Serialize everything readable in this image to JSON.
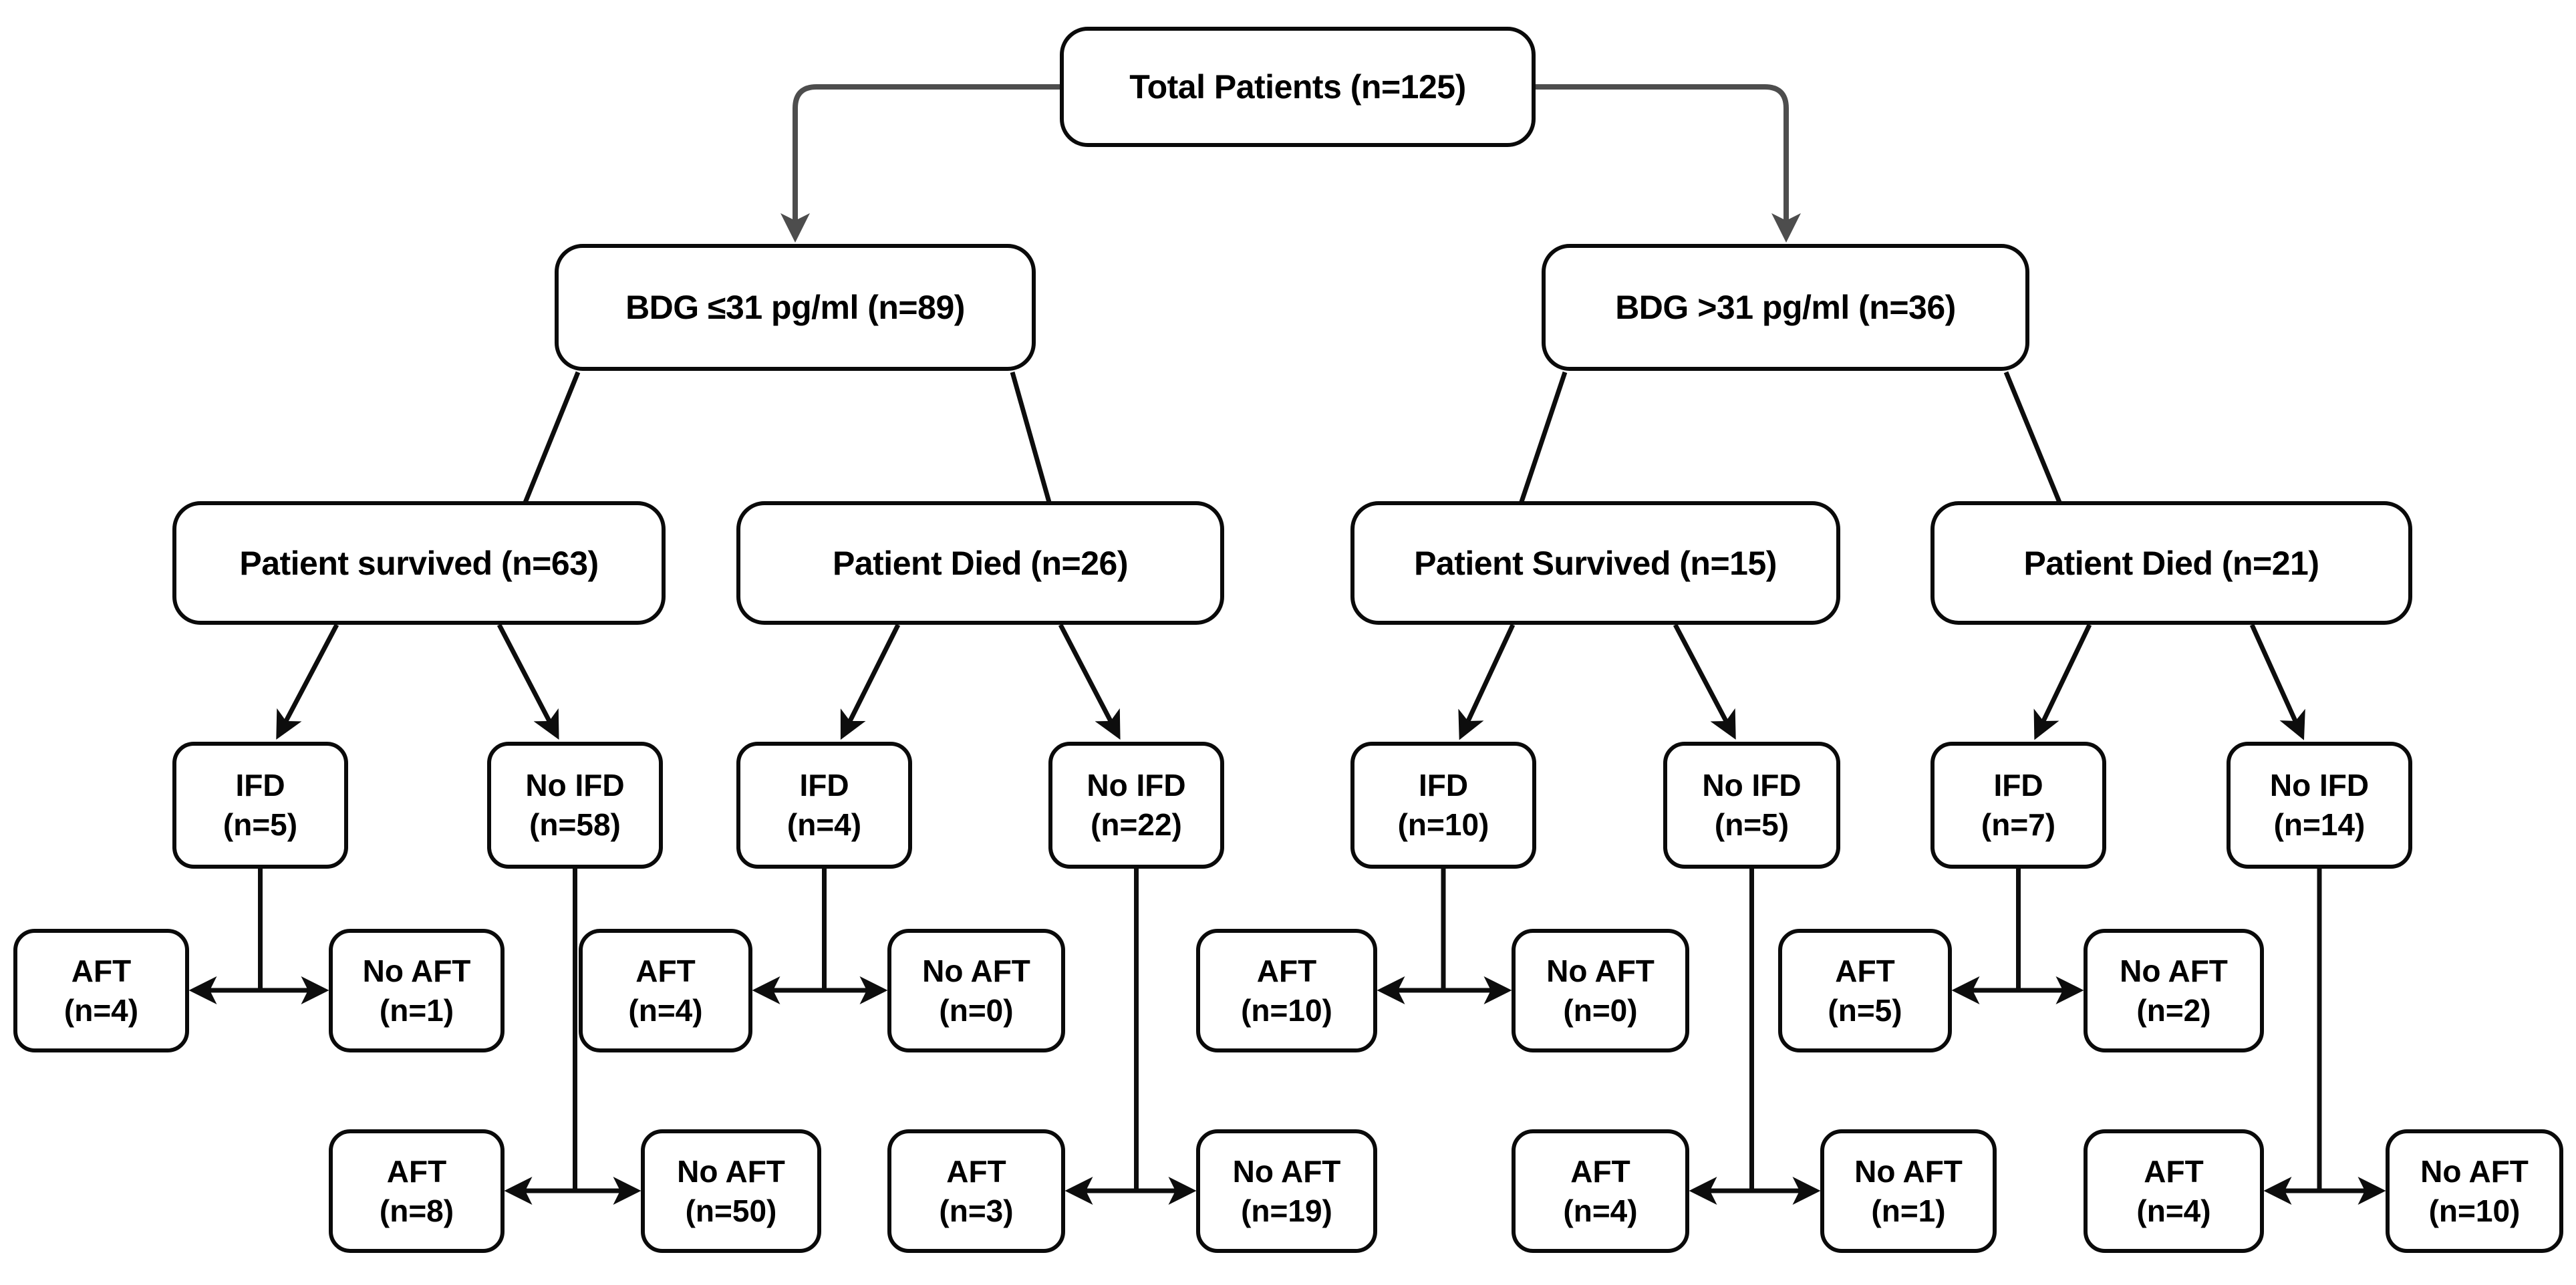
{
  "flowchart": {
    "total": {
      "label": "Total Patients (n=125)"
    },
    "branches": {
      "bdg_le31": {
        "label": "BDG ≤31 pg/ml (n=89)",
        "survived": {
          "label": "Patient survived (n=63)",
          "ifd": {
            "label": "IFD\n(n=5)",
            "aft": {
              "label": "AFT\n(n=4)"
            },
            "no_aft": {
              "label": "No AFT\n(n=1)"
            }
          },
          "no_ifd": {
            "label": "No IFD\n(n=58)",
            "aft": {
              "label": "AFT\n(n=8)"
            },
            "no_aft": {
              "label": "No AFT\n(n=50)"
            }
          }
        },
        "died": {
          "label": "Patient Died (n=26)",
          "ifd": {
            "label": "IFD\n(n=4)",
            "aft": {
              "label": "AFT\n(n=4)"
            },
            "no_aft": {
              "label": "No AFT\n(n=0)"
            }
          },
          "no_ifd": {
            "label": "No IFD\n(n=22)",
            "aft": {
              "label": "AFT\n(n=3)"
            },
            "no_aft": {
              "label": "No AFT\n(n=19)"
            }
          }
        }
      },
      "bdg_gt31": {
        "label": "BDG >31 pg/ml (n=36)",
        "survived": {
          "label": "Patient Survived (n=15)",
          "ifd": {
            "label": "IFD\n(n=10)",
            "aft": {
              "label": "AFT\n(n=10)"
            },
            "no_aft": {
              "label": "No AFT\n(n=0)"
            }
          },
          "no_ifd": {
            "label": "No IFD\n(n=5)",
            "aft": {
              "label": "AFT\n(n=4)"
            },
            "no_aft": {
              "label": "No AFT\n(n=1)"
            }
          }
        },
        "died": {
          "label": "Patient Died (n=21)",
          "ifd": {
            "label": "IFD\n(n=7)",
            "aft": {
              "label": "AFT\n(n=5)"
            },
            "no_aft": {
              "label": "No AFT\n(n=2)"
            }
          },
          "no_ifd": {
            "label": "No IFD\n(n=14)",
            "aft": {
              "label": "AFT\n(n=4)"
            },
            "no_aft": {
              "label": "No AFT\n(n=10)"
            }
          }
        }
      }
    },
    "colors": {
      "box_border": "#0a0a0a",
      "connector_black": "#0d0d0d",
      "connector_gray": "#4d4d4d",
      "background": "#ffffff"
    }
  }
}
